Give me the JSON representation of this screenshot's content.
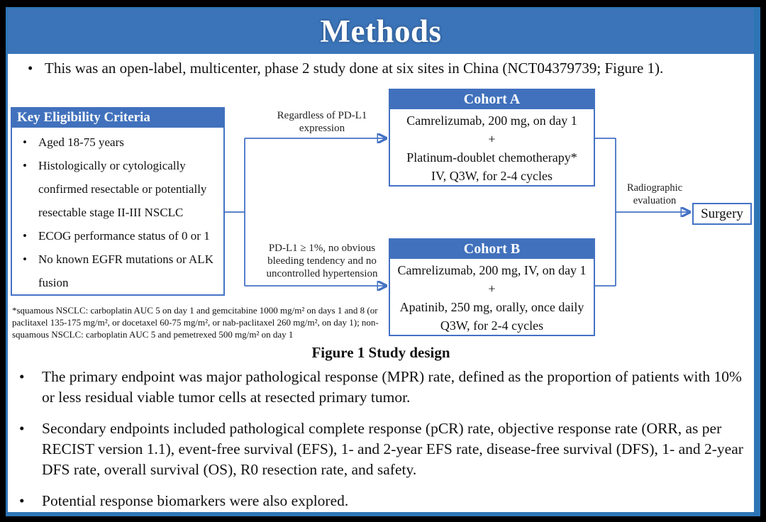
{
  "slide": {
    "title": "Methods",
    "intro_bullet": "This was an open-label, multicenter, phase 2 study done at six sites in China (NCT04379739; Figure 1).",
    "bullets": [
      "The primary endpoint was major pathological response (MPR) rate, defined as the proportion of patients with 10% or less residual viable tumor cells at resected primary tumor.",
      "Secondary endpoints included pathological complete response (pCR) rate, objective response rate (ORR, as per RECIST version 1.1), event-free survival (EFS), 1- and 2-year EFS rate, disease-free survival (DFS), 1- and 2-year DFS rate, overall survival (OS), R0 resection rate, and safety.",
      "Potential response biomarkers were also explored."
    ]
  },
  "figure": {
    "caption": "Figure 1 Study design",
    "eligibility": {
      "header": "Key Eligibility Criteria",
      "items": [
        "Aged 18-75 years",
        "Histologically or cytologically confirmed resectable or potentially resectable stage II-III NSCLC",
        "ECOG performance status of 0 or 1",
        "No known EGFR mutations or ALK fusion"
      ]
    },
    "branch_top_label": "Regardless of PD-L1 expression",
    "branch_bottom_label": "PD-L1 ≥ 1%, no obvious bleeding tendency and no uncontrolled hypertension",
    "cohort_a": {
      "header": "Cohort A",
      "lines": [
        "Camrelizumab, 200 mg, on day 1",
        "+",
        "Platinum-doublet chemotherapy*",
        "IV, Q3W, for 2-4 cycles"
      ]
    },
    "cohort_b": {
      "header": "Cohort B",
      "lines": [
        "Camrelizumab, 200 mg, IV, on day 1",
        "+",
        "Apatinib, 250 mg, orally, once daily",
        "Q3W, for 2-4 cycles"
      ]
    },
    "evaluation_label": "Radiographic evaluation",
    "surgery_label": "Surgery",
    "footnote": "*squamous NSCLC: carboplatin AUC 5 on day 1 and gemcitabine 1000 mg/m² on days 1 and 8 (or paclitaxel 135-175 mg/m², or docetaxel 60-75 mg/m², or nab-paclitaxel 260 mg/m², on day 1); non-squamous NSCLC: carboplatin AUC 5 and pemetrexed 500 mg/m² on day 1"
  },
  "colors": {
    "title_bar": "#3B74B9",
    "box_header": "#4171BC",
    "box_border": "#4472C4",
    "connector": "#4472C4",
    "slide_border": "#2E75B6"
  }
}
